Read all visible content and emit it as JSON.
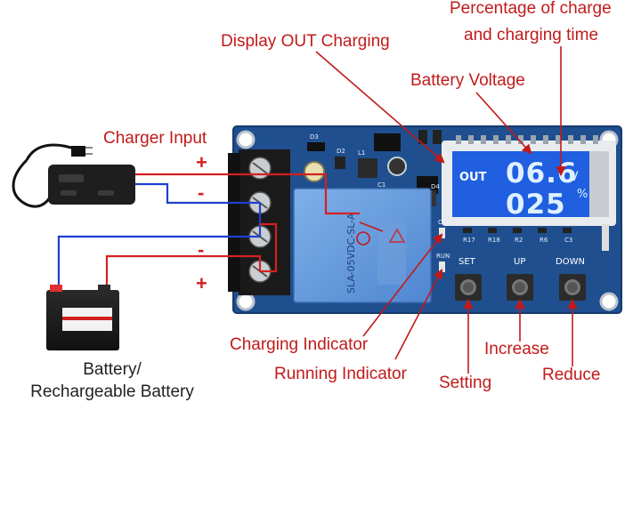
{
  "callouts": {
    "percentage_line1": "Percentage of charge",
    "percentage_line2": "and charging time",
    "display_out": "Display OUT Charging",
    "battery_voltage": "Battery Voltage",
    "charger_input": "Charger Input",
    "charging_indicator": "Charging Indicator",
    "running_indicator": "Running Indicator",
    "setting": "Setting",
    "increase": "Increase",
    "reduce": "Reduce"
  },
  "battery_caption": {
    "line1": "Battery/",
    "line2": "Rechargeable Battery"
  },
  "terminal_signs": [
    "+",
    "-",
    "-",
    "+"
  ],
  "lcd": {
    "out_label": "OUT",
    "voltage_value": "06.6",
    "voltage_unit": "V",
    "percent_value": "025",
    "percent_unit": "%"
  },
  "pcb": {
    "relay_text": "SLA-05VDC-SL-A",
    "button_labels": [
      "SET",
      "UP",
      "DOWN"
    ],
    "led_labels": [
      "CH",
      "RUN"
    ],
    "silkscreen": [
      "D3",
      "D2",
      "L1",
      "C1",
      "D4",
      "R17",
      "R18",
      "R2",
      "R6",
      "C3"
    ]
  },
  "colors": {
    "callout_red": "#c21a1a",
    "wire_blue": "#1f3fcf",
    "wire_red": "#d42020",
    "pcb_blue": "#1f4f8f",
    "lcd_blue": "#1f5fe0",
    "lcd_text": "#dff0ff"
  }
}
